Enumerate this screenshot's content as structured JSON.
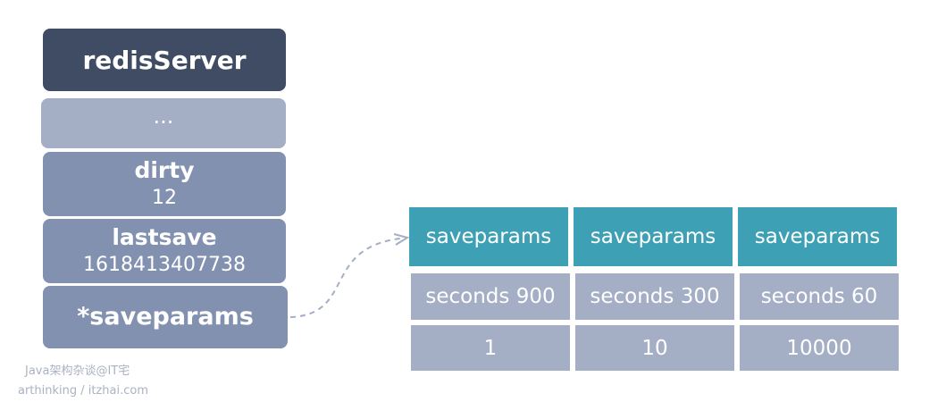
{
  "server": {
    "title": "redisServer",
    "ellipsis": "...",
    "fields": [
      {
        "name": "dirty",
        "value": "12"
      },
      {
        "name": "lastsave",
        "value": "1618413407738"
      },
      {
        "name": "*saveparams",
        "value": ""
      }
    ]
  },
  "saveparams_table": {
    "headers": [
      "saveparams",
      "saveparams",
      "saveparams"
    ],
    "seconds": [
      "seconds 900",
      "seconds 300",
      "seconds 60"
    ],
    "changes": [
      "1",
      "10",
      "10000"
    ]
  },
  "colors": {
    "header_dark": "#3f4c63",
    "field": "#8291b0",
    "light": "#a4aec5",
    "teal": "#3ea0b4",
    "arrow": "#a4aec5"
  },
  "watermark": {
    "line1": "Java架构杂谈@IT宅",
    "line2": "arthinking / itzhai.com"
  }
}
